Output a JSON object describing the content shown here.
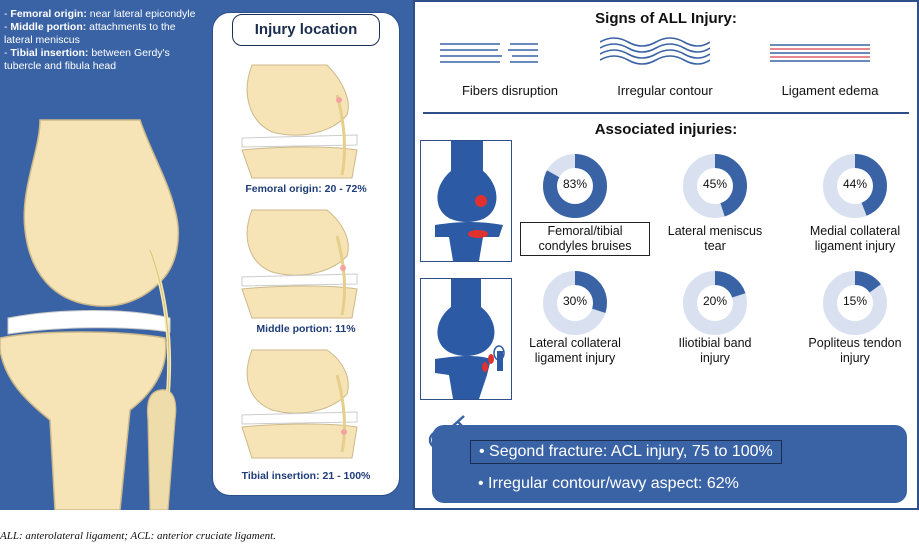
{
  "anatomy": {
    "items": [
      {
        "term": "Femoral origin:",
        "text": " near lateral epicondyle"
      },
      {
        "term": "Middle portion:",
        "text": " attachments to the lateral meniscus"
      },
      {
        "term": "Tibial insertion:",
        "text": " between Gerdy's tubercle and fibula head"
      }
    ]
  },
  "injury_location": {
    "title": "Injury location",
    "labels": [
      "Femoral origin: 20 - 72%",
      "Middle portion: 11%",
      "Tibial insertion: 21 - 100%"
    ]
  },
  "signs": {
    "title": "Signs of ALL Injury:",
    "items": [
      "Fibers disruption",
      "Irregular contour",
      "Ligament edema"
    ]
  },
  "associated": {
    "title": "Associated injuries:",
    "items": [
      {
        "pct": 83,
        "pct_label": "83%",
        "line1": "Femoral/tibial",
        "line2": "condyles bruises",
        "boxed": true
      },
      {
        "pct": 45,
        "pct_label": "45%",
        "line1": "Lateral meniscus",
        "line2": "tear",
        "boxed": false
      },
      {
        "pct": 44,
        "pct_label": "44%",
        "line1": "Medial collateral",
        "line2": "ligament injury",
        "boxed": false
      },
      {
        "pct": 30,
        "pct_label": "30%",
        "line1": "Lateral collateral",
        "line2": "ligament injury",
        "boxed": false
      },
      {
        "pct": 20,
        "pct_label": "20%",
        "line1": "Iliotibial band",
        "line2": "injury",
        "boxed": false
      },
      {
        "pct": 15,
        "pct_label": "15%",
        "line1": "Popliteus tendon",
        "line2": "injury",
        "boxed": false
      }
    ]
  },
  "key_findings": [
    "• Segond fracture: ACL injury, 75 to 100%",
    "• Irregular contour/wavy aspect: 62%"
  ],
  "footnote": "ALL: anterolateral ligament; ACL: anterior cruciate ligament.",
  "colors": {
    "primary_blue": "#3a63a6",
    "light_blue": "#d9e1f0",
    "bone": "#f6e4b6",
    "red": "#e0312f"
  }
}
